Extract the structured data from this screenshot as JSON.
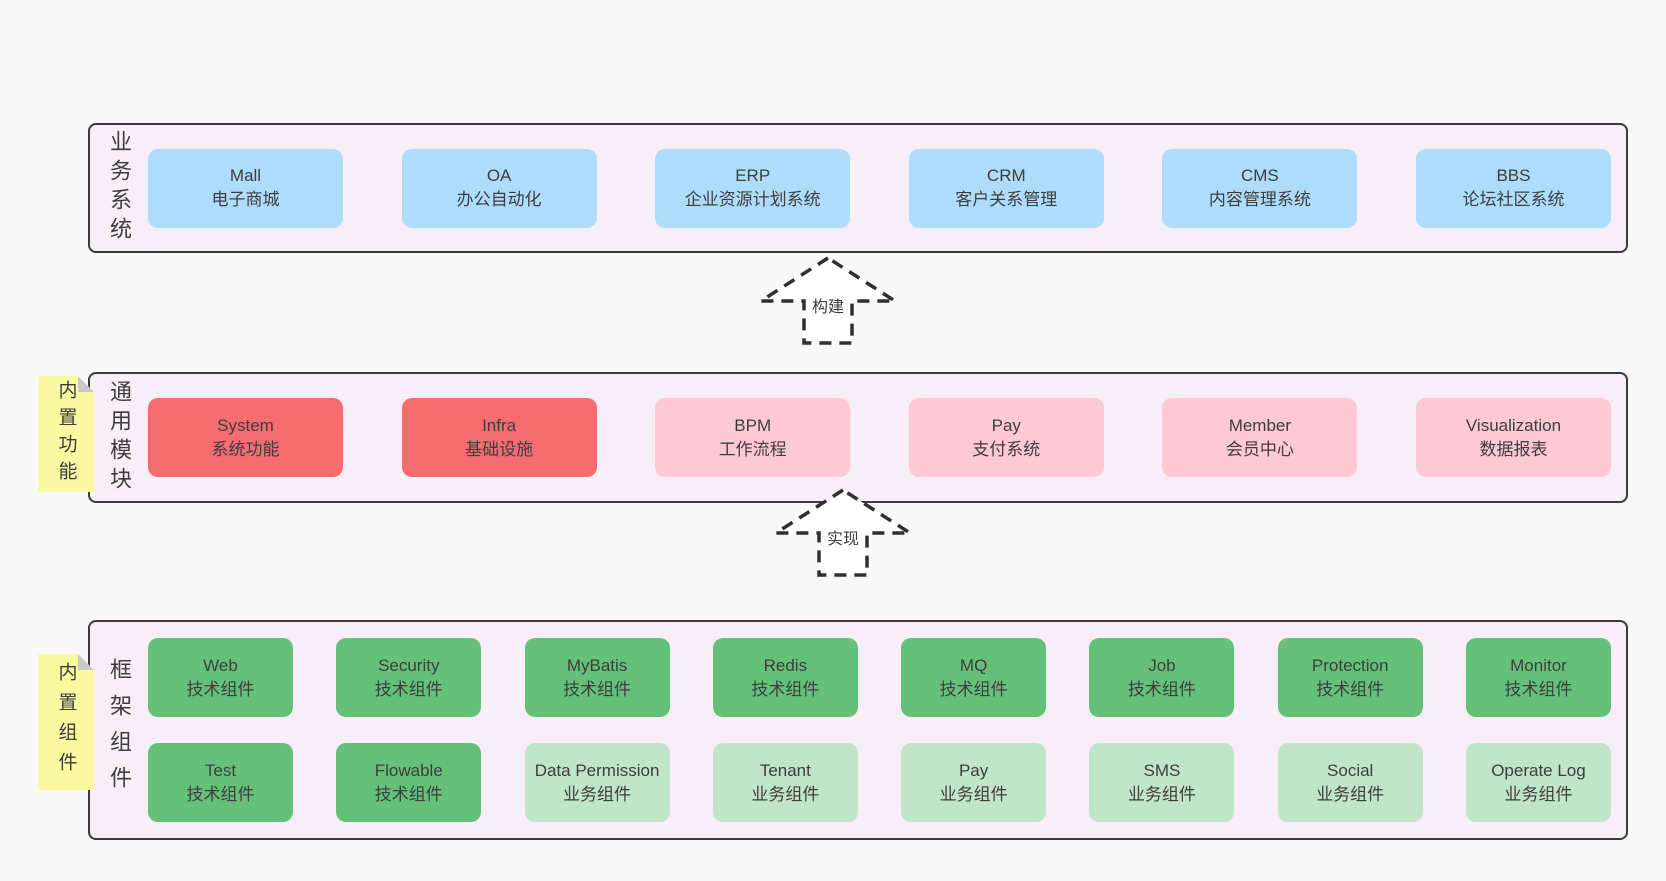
{
  "colors": {
    "page_bg": "#f8f8f8",
    "panel_bg": "#f8eef7",
    "panel_border": "#3a3a3a",
    "blue": "#aeddfb",
    "red": "#f56c71",
    "pink": "#fdc9d3",
    "green": "#65c17a",
    "light_green": "#c1e5c8",
    "sticky_yellow": "#fbf8a2",
    "sticky_fold": "#c9c9c9",
    "text": "#3d3d3d",
    "arrow_stroke": "#2f2f2f",
    "arrow_fill": "#ffffff"
  },
  "layers": [
    {
      "label": "业务系统",
      "boxes": [
        {
          "title": "Mall",
          "subtitle": "电子商城",
          "type": "blue"
        },
        {
          "title": "OA",
          "subtitle": "办公自动化",
          "type": "blue"
        },
        {
          "title": "ERP",
          "subtitle": "企业资源计划系统",
          "type": "blue"
        },
        {
          "title": "CRM",
          "subtitle": "客户关系管理",
          "type": "blue"
        },
        {
          "title": "CMS",
          "subtitle": "内容管理系统",
          "type": "blue"
        },
        {
          "title": "BBS",
          "subtitle": "论坛社区系统",
          "type": "blue"
        }
      ]
    },
    {
      "label": "通用模块",
      "sticky": "内置功能",
      "boxes": [
        {
          "title": "System",
          "subtitle": "系统功能",
          "type": "red"
        },
        {
          "title": "Infra",
          "subtitle": "基础设施",
          "type": "red"
        },
        {
          "title": "BPM",
          "subtitle": "工作流程",
          "type": "pink"
        },
        {
          "title": "Pay",
          "subtitle": "支付系统",
          "type": "pink"
        },
        {
          "title": "Member",
          "subtitle": "会员中心",
          "type": "pink"
        },
        {
          "title": "Visualization",
          "subtitle": "数据报表",
          "type": "pink"
        }
      ]
    },
    {
      "label": "框架组件",
      "sticky": "内置组件",
      "rows": [
        {
          "boxes": [
            {
              "title": "Web",
              "subtitle": "技术组件",
              "type": "green"
            },
            {
              "title": "Security",
              "subtitle": "技术组件",
              "type": "green"
            },
            {
              "title": "MyBatis",
              "subtitle": "技术组件",
              "type": "green"
            },
            {
              "title": "Redis",
              "subtitle": "技术组件",
              "type": "green"
            },
            {
              "title": "MQ",
              "subtitle": "技术组件",
              "type": "green"
            },
            {
              "title": "Job",
              "subtitle": "技术组件",
              "type": "green"
            },
            {
              "title": "Protection",
              "subtitle": "技术组件",
              "type": "green"
            },
            {
              "title": "Monitor",
              "subtitle": "技术组件",
              "type": "green"
            }
          ]
        },
        {
          "boxes": [
            {
              "title": "Test",
              "subtitle": "技术组件",
              "type": "green"
            },
            {
              "title": "Flowable",
              "subtitle": "技术组件",
              "type": "green"
            },
            {
              "title": "Data Permission",
              "subtitle": "业务组件",
              "type": "light-green"
            },
            {
              "title": "Tenant",
              "subtitle": "业务组件",
              "type": "light-green"
            },
            {
              "title": "Pay",
              "subtitle": "业务组件",
              "type": "light-green"
            },
            {
              "title": "SMS",
              "subtitle": "业务组件",
              "type": "light-green"
            },
            {
              "title": "Social",
              "subtitle": "业务组件",
              "type": "light-green"
            },
            {
              "title": "Operate Log",
              "subtitle": "业务组件",
              "type": "light-green"
            }
          ]
        }
      ]
    }
  ],
  "arrows": [
    {
      "label": "构建"
    },
    {
      "label": "实现"
    }
  ]
}
